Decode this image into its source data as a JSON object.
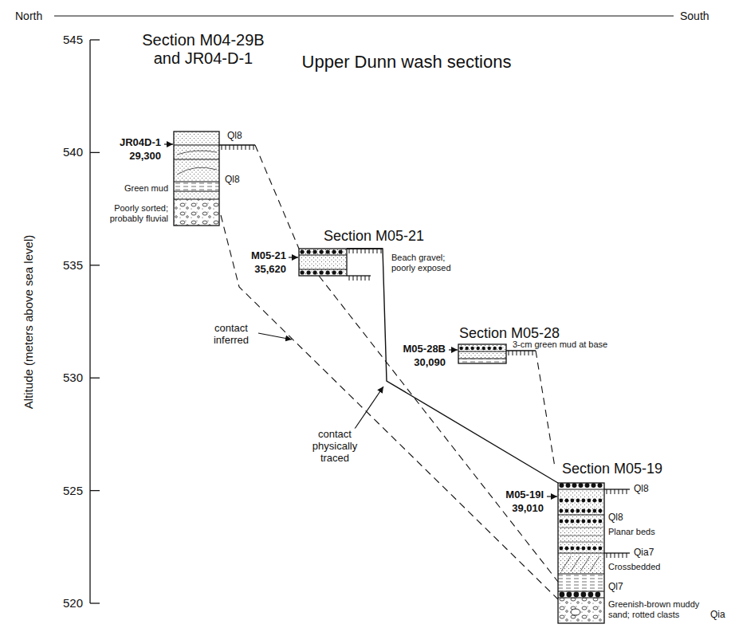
{
  "diagram": {
    "title": "Upper Dunn wash sections",
    "labels": [
      "North",
      "South",
      "545",
      "540",
      "535",
      "530",
      "525",
      "520",
      "Altitude (meters above sea level)",
      "Section M04-29B and JR04-D-1",
      "JR04D-1",
      "29,300",
      "Ql8",
      "Ql8",
      "Green mud",
      "Poorly sorted; probably fluvial",
      "Section M05-21",
      "Beach gravel; poorly exposed",
      "M05-21",
      "35,620",
      "Section M05-28",
      "M05-28B",
      "30,090",
      "3-cm green mud at base",
      "contact inferred",
      "contact physically traced",
      "Section M05-19",
      "M05-19I",
      "39,010",
      "Ql8",
      "Ql8",
      "Planar beds",
      "Qia7",
      "Crossbedded",
      "Ql7",
      "Greenish-brown muddy sand; rotted clasts",
      "Qia"
    ]
  }
}
